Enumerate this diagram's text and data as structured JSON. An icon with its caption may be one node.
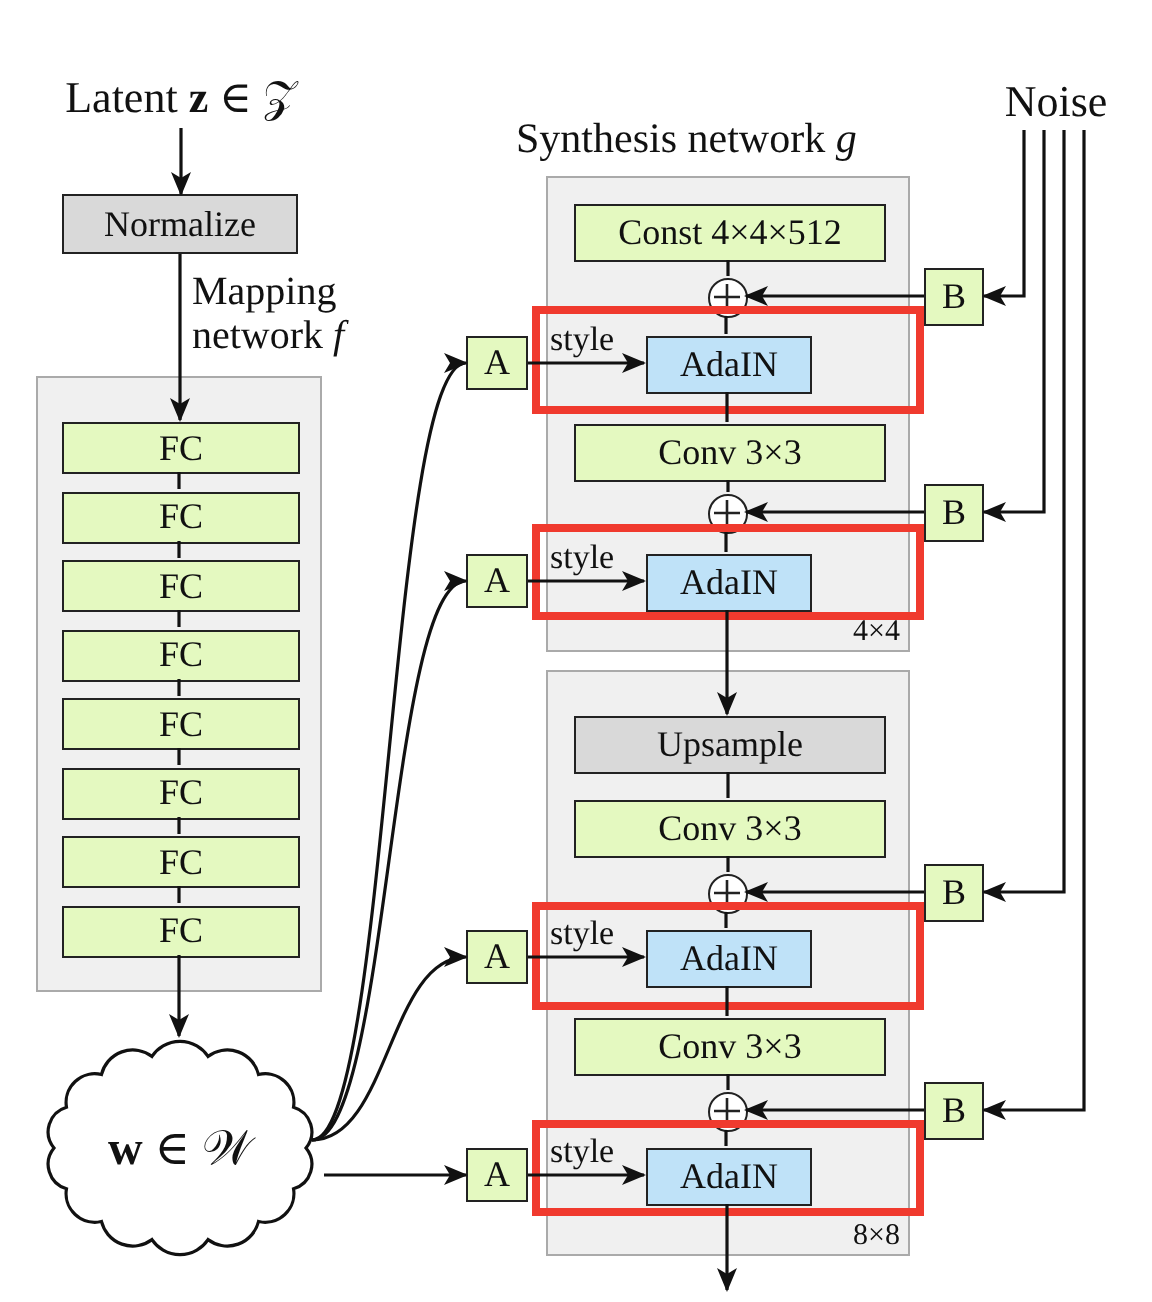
{
  "diagram": {
    "nodes": [
      {
        "text": [
          "Latent **z** ∈ 𝒵"
        ]
      },
      {
        "text": [
          "Normalize"
        ]
      },
      {
        "text": [
          "Mapping network *f*"
        ]
      },
      {
        "text": [
          "FC"
        ],
        "in": 2
      },
      {
        "text": [
          "FC"
        ],
        "in": 2
      },
      {
        "text": [
          "FC"
        ],
        "in": 2
      },
      {
        "text": [
          "FC"
        ],
        "in": 2
      },
      {
        "text": [
          "FC"
        ],
        "in": 2
      },
      {
        "text": [
          "FC"
        ],
        "in": 2
      },
      {
        "text": [
          "FC"
        ],
        "in": 2
      },
      {
        "text": [
          "FC"
        ],
        "in": 2
      },
      {
        "text": [
          "**w** ∈ 𝒲"
        ]
      },
      {
        "text": [
          "Synthesis network *g*",
          "4×4"
        ]
      },
      {
        "text": [
          "Const 4×4×512"
        ],
        "in": 12
      },
      {
        "text": [],
        "shape": "circle",
        "in": 12
      },
      {
        "text": [
          "AdaIN"
        ],
        "in": 12
      },
      {
        "text": [
          "Conv 3×3"
        ],
        "in": 12
      },
      {
        "text": [],
        "shape": "circle",
        "in": 12
      },
      {
        "text": [
          "AdaIN"
        ],
        "in": 12
      },
      {
        "text": [
          "8×8"
        ]
      },
      {
        "text": [
          "Upsample"
        ],
        "in": 19
      },
      {
        "text": [
          "Conv 3×3"
        ],
        "in": 19
      },
      {
        "text": [],
        "shape": "circle",
        "in": 19
      },
      {
        "text": [
          "AdaIN"
        ],
        "in": 19
      },
      {
        "text": [
          "Conv 3×3"
        ],
        "in": 19
      },
      {
        "text": [],
        "shape": "circle",
        "in": 19
      },
      {
        "text": [
          "AdaIN"
        ],
        "in": 19
      },
      {
        "text": [
          "A"
        ]
      },
      {
        "text": [
          "A"
        ]
      },
      {
        "text": [
          "A"
        ]
      },
      {
        "text": [
          "A"
        ]
      },
      {
        "text": [
          "B"
        ]
      },
      {
        "text": [
          "B"
        ]
      },
      {
        "text": [
          "B"
        ]
      },
      {
        "text": [
          "B"
        ]
      },
      {
        "text": [
          "Noise"
        ]
      }
    ],
    "edges": [
      {
        "from": 0,
        "to": 1,
        "arrow": "to"
      },
      {
        "from": 1,
        "to": 3,
        "arrow": "to"
      },
      {
        "from": 3,
        "to": 4,
        "arrow": "none"
      },
      {
        "from": 4,
        "to": 5,
        "arrow": "none"
      },
      {
        "from": 5,
        "to": 6,
        "arrow": "none"
      },
      {
        "from": 6,
        "to": 7,
        "arrow": "none"
      },
      {
        "from": 7,
        "to": 8,
        "arrow": "none"
      },
      {
        "from": 8,
        "to": 9,
        "arrow": "none"
      },
      {
        "from": 9,
        "to": 10,
        "arrow": "none"
      },
      {
        "from": 10,
        "to": 11,
        "arrow": "to"
      },
      {
        "from": 11,
        "to": 27,
        "arrow": "to"
      },
      {
        "from": 11,
        "to": 28,
        "arrow": "to"
      },
      {
        "from": 11,
        "to": 29,
        "arrow": "to"
      },
      {
        "from": 11,
        "to": 30,
        "arrow": "to"
      },
      {
        "from": 27,
        "to": 15,
        "label": "style",
        "arrow": "to"
      },
      {
        "from": 28,
        "to": 18,
        "label": "style",
        "arrow": "to"
      },
      {
        "from": 29,
        "to": 23,
        "label": "style",
        "arrow": "to"
      },
      {
        "from": 30,
        "to": 26,
        "label": "style",
        "arrow": "to"
      },
      {
        "from": 35,
        "to": 31,
        "arrow": "to"
      },
      {
        "from": 35,
        "to": 32,
        "arrow": "to"
      },
      {
        "from": 35,
        "to": 33,
        "arrow": "to"
      },
      {
        "from": 35,
        "to": 34,
        "arrow": "to"
      },
      {
        "from": 31,
        "to": 14,
        "arrow": "to"
      },
      {
        "from": 32,
        "to": 17,
        "arrow": "to"
      },
      {
        "from": 33,
        "to": 22,
        "arrow": "to"
      },
      {
        "from": 34,
        "to": 25,
        "arrow": "to"
      },
      {
        "from": 13,
        "to": 14,
        "arrow": "none"
      },
      {
        "from": 14,
        "to": 15,
        "arrow": "none"
      },
      {
        "from": 15,
        "to": 16,
        "arrow": "none"
      },
      {
        "from": 16,
        "to": 17,
        "arrow": "none"
      },
      {
        "from": 17,
        "to": 18,
        "arrow": "none"
      },
      {
        "from": 18,
        "to": 20,
        "arrow": "to"
      },
      {
        "from": 20,
        "to": 21,
        "arrow": "none"
      },
      {
        "from": 21,
        "to": 22,
        "arrow": "none"
      },
      {
        "from": 22,
        "to": 23,
        "arrow": "none"
      },
      {
        "from": 23,
        "to": 24,
        "arrow": "none"
      },
      {
        "from": 24,
        "to": 25,
        "arrow": "none"
      },
      {
        "from": 25,
        "to": 26,
        "arrow": "none"
      },
      {
        "from": 26,
        "to": null,
        "arrow": "to"
      }
    ]
  }
}
